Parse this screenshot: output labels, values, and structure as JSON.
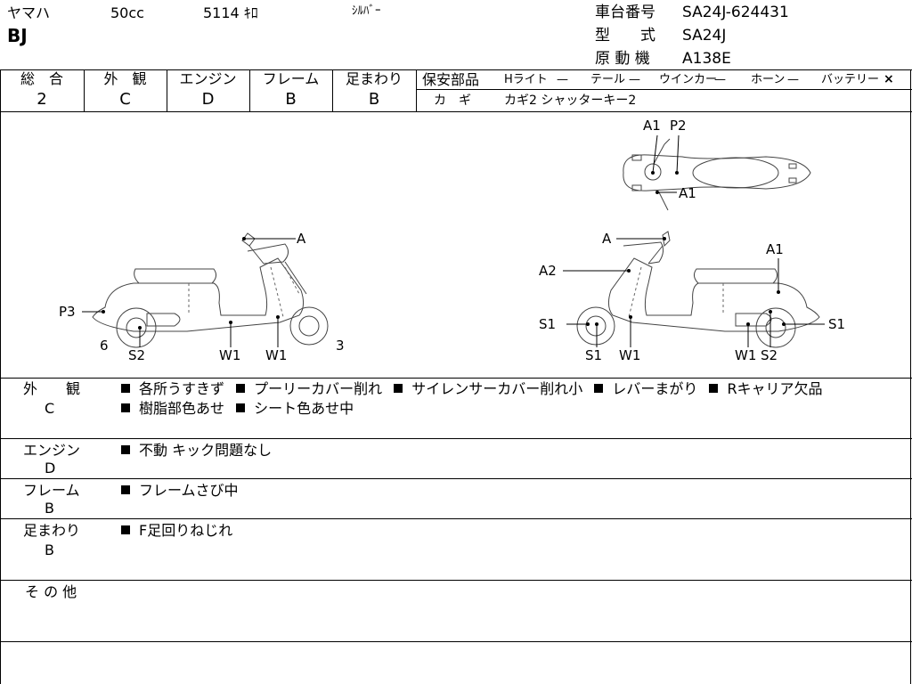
{
  "header": {
    "maker": "ヤマハ",
    "displacement": "50cc",
    "mileage": "5114 ｷﾛ",
    "color": "ｼﾙﾊﾞｰ",
    "model": "BJ",
    "frame_no_label": "車台番号",
    "frame_no": "SA24J-624431",
    "type_label": "型　　式",
    "type": "SA24J",
    "engine_label": "原 動 機",
    "engine": "A138E"
  },
  "grades": [
    {
      "label": "総　合",
      "value": "2"
    },
    {
      "label": "外　観",
      "value": "C"
    },
    {
      "label": "エンジン",
      "value": "D"
    },
    {
      "label": "フレーム",
      "value": "B"
    },
    {
      "label": "足まわり",
      "value": "B"
    }
  ],
  "safety": {
    "label": "保安部品",
    "items": [
      {
        "name": "Hライト",
        "value": "—"
      },
      {
        "name": "テール",
        "value": "—"
      },
      {
        "name": "ウインカー",
        "value": "—"
      },
      {
        "name": "ホーン",
        "value": "—"
      },
      {
        "name": "バッテリー",
        "value": "×"
      }
    ],
    "key_label": "カ　ギ",
    "key_value": "カギ2 シャッターキー2"
  },
  "diagram": {
    "top_labels": [
      "A1",
      "P2",
      "A1"
    ],
    "left_labels": [
      "A",
      "P3",
      "6",
      "S2",
      "W1",
      "W1",
      "3"
    ],
    "right_labels": [
      "A",
      "A1",
      "A2",
      "S1",
      "S1",
      "W1",
      "W1",
      "S2",
      "S1"
    ]
  },
  "sections": [
    {
      "title": "外　　観",
      "grade": "C",
      "lines": [
        [
          "各所うすきず",
          "プーリーカバー削れ",
          "サイレンサーカバー削れ小",
          "レバーまがり",
          "Rキャリア欠品"
        ],
        [
          "樹脂部色あせ",
          "シート色あせ中"
        ]
      ]
    },
    {
      "title": "エンジン",
      "grade": "D",
      "lines": [
        [
          "不動 キック問題なし"
        ]
      ]
    },
    {
      "title": "フレーム",
      "grade": "B",
      "lines": [
        [
          "フレームさび中"
        ]
      ]
    },
    {
      "title": "足まわり",
      "grade": "B",
      "lines": [
        [
          "F足回りねじれ"
        ]
      ]
    },
    {
      "title": "そ の 他",
      "grade": "",
      "lines": []
    }
  ]
}
